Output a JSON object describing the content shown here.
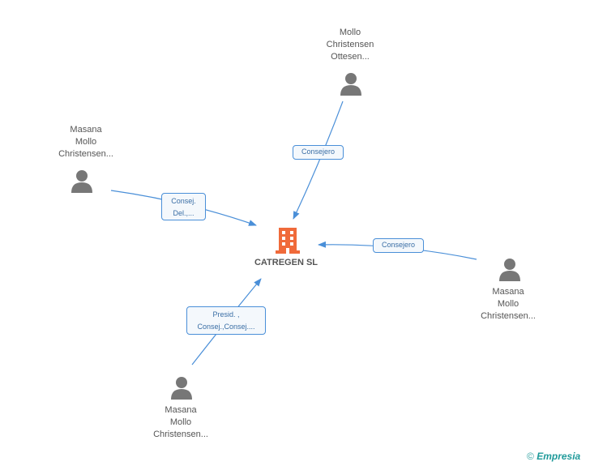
{
  "company": {
    "name": "CATREGEN SL"
  },
  "persons": [
    {
      "name_lines": [
        "Mollo",
        "Christensen",
        "Ottesen..."
      ]
    },
    {
      "name_lines": [
        "Masana",
        "Mollo",
        "Christensen..."
      ]
    },
    {
      "name_lines": [
        "Masana",
        "Mollo",
        "Christensen..."
      ]
    },
    {
      "name_lines": [
        "Masana",
        "Mollo",
        "Christensen..."
      ]
    }
  ],
  "edges": [
    {
      "label_lines": [
        "Consejero"
      ]
    },
    {
      "label_lines": [
        "Consej.",
        "Del.,..."
      ]
    },
    {
      "label_lines": [
        "Consejero"
      ]
    },
    {
      "label_lines": [
        "Presid. ,",
        "Consej.,Consej...."
      ]
    }
  ],
  "footer": {
    "copyright_symbol": "©",
    "brand": "Empresia"
  },
  "colors": {
    "edge": "#4a8fd8",
    "company_icon": "#f06a3a",
    "person_icon": "#777777"
  }
}
